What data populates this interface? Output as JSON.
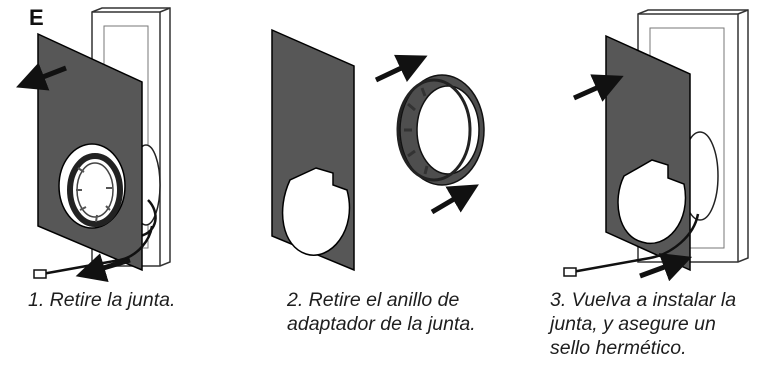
{
  "badge": "E",
  "steps": [
    {
      "lines": [
        "1. Retire la junta."
      ]
    },
    {
      "lines": [
        "2. Retire el anillo de",
        "adaptador de la junta."
      ]
    },
    {
      "lines": [
        "3. Vuelva a instalar la",
        "junta, y asegure un",
        "sello hermético."
      ]
    }
  ],
  "colors": {
    "gasket": "#575757",
    "outline": "#000000",
    "housing": "#ffffff",
    "housing_stroke": "#333333",
    "arrow": "#111111"
  }
}
